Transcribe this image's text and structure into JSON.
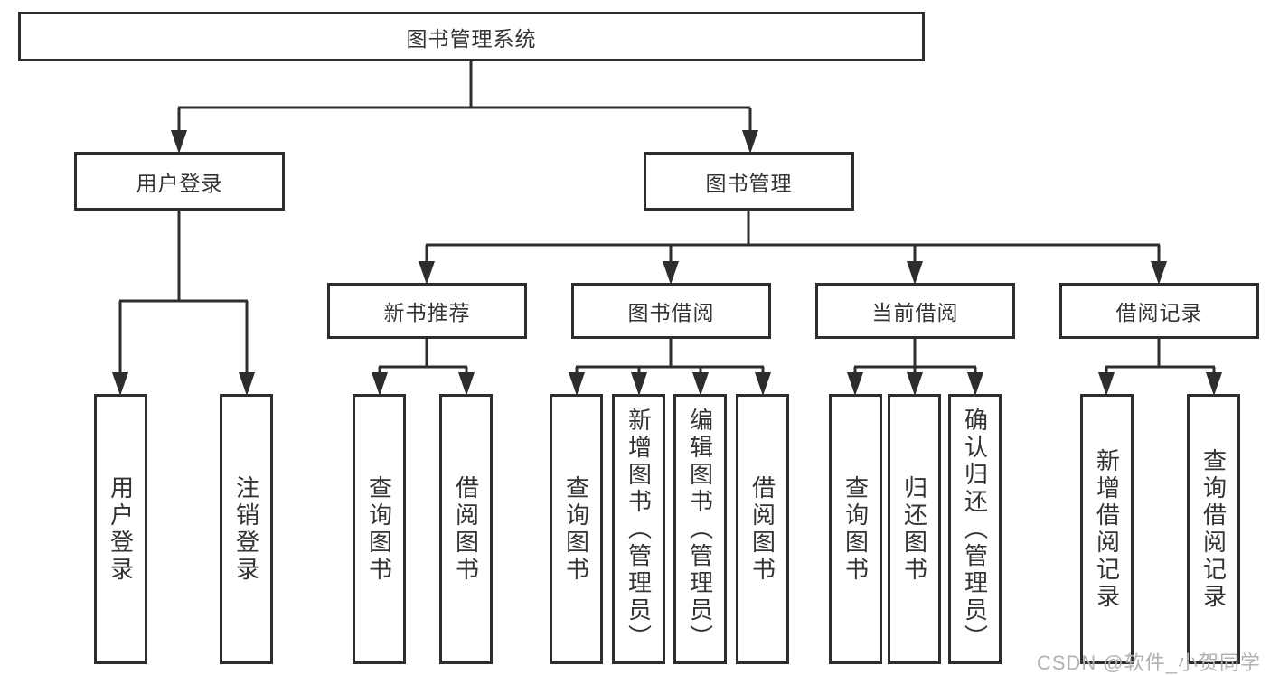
{
  "diagram": {
    "root": {
      "label": "图书管理系统"
    },
    "branches": [
      {
        "label": "用户登录",
        "children": [
          {
            "label": "用户登录"
          },
          {
            "label": "注销登录"
          }
        ]
      },
      {
        "label": "图书管理",
        "children": [
          {
            "label": "新书推荐",
            "children": [
              {
                "label": "查询图书"
              },
              {
                "label": "借阅图书"
              }
            ]
          },
          {
            "label": "图书借阅",
            "children": [
              {
                "label": "查询图书"
              },
              {
                "label": "新增图书（管理员）"
              },
              {
                "label": "编辑图书（管理员）"
              },
              {
                "label": "借阅图书"
              }
            ]
          },
          {
            "label": "当前借阅",
            "children": [
              {
                "label": "查询图书"
              },
              {
                "label": "归还图书"
              },
              {
                "label": "确认归还（管理员）"
              }
            ]
          },
          {
            "label": "借阅记录",
            "children": [
              {
                "label": "新增借阅记录"
              },
              {
                "label": "查询借阅记录"
              }
            ]
          }
        ]
      }
    ],
    "watermark": "CSDN @软件_小贺同学",
    "colors": {
      "line": "#2d2d2d",
      "text": "#333333",
      "watermark": "#b2b2b2",
      "background": "#ffffff"
    }
  }
}
